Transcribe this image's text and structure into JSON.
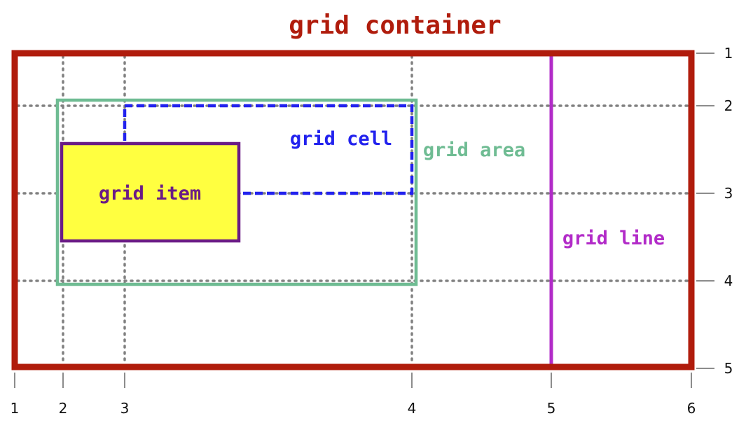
{
  "title": "grid container",
  "labels": {
    "grid_cell": "grid cell",
    "grid_area": "grid area",
    "grid_item": "grid item",
    "grid_line": "grid line"
  },
  "column_numbers": [
    "1",
    "2",
    "3",
    "4",
    "5",
    "6"
  ],
  "row_numbers": [
    "1",
    "2",
    "3",
    "4",
    "5"
  ],
  "colors": {
    "container_border": "#b01c0c",
    "grid_cell": "#2222ee",
    "grid_area": "#6fbc93",
    "grid_item_fill": "#ffff40",
    "grid_item_border": "#6a1b86",
    "grid_line": "#b22bc8",
    "dotted_lines": "#808080",
    "ticks": "#666666"
  }
}
